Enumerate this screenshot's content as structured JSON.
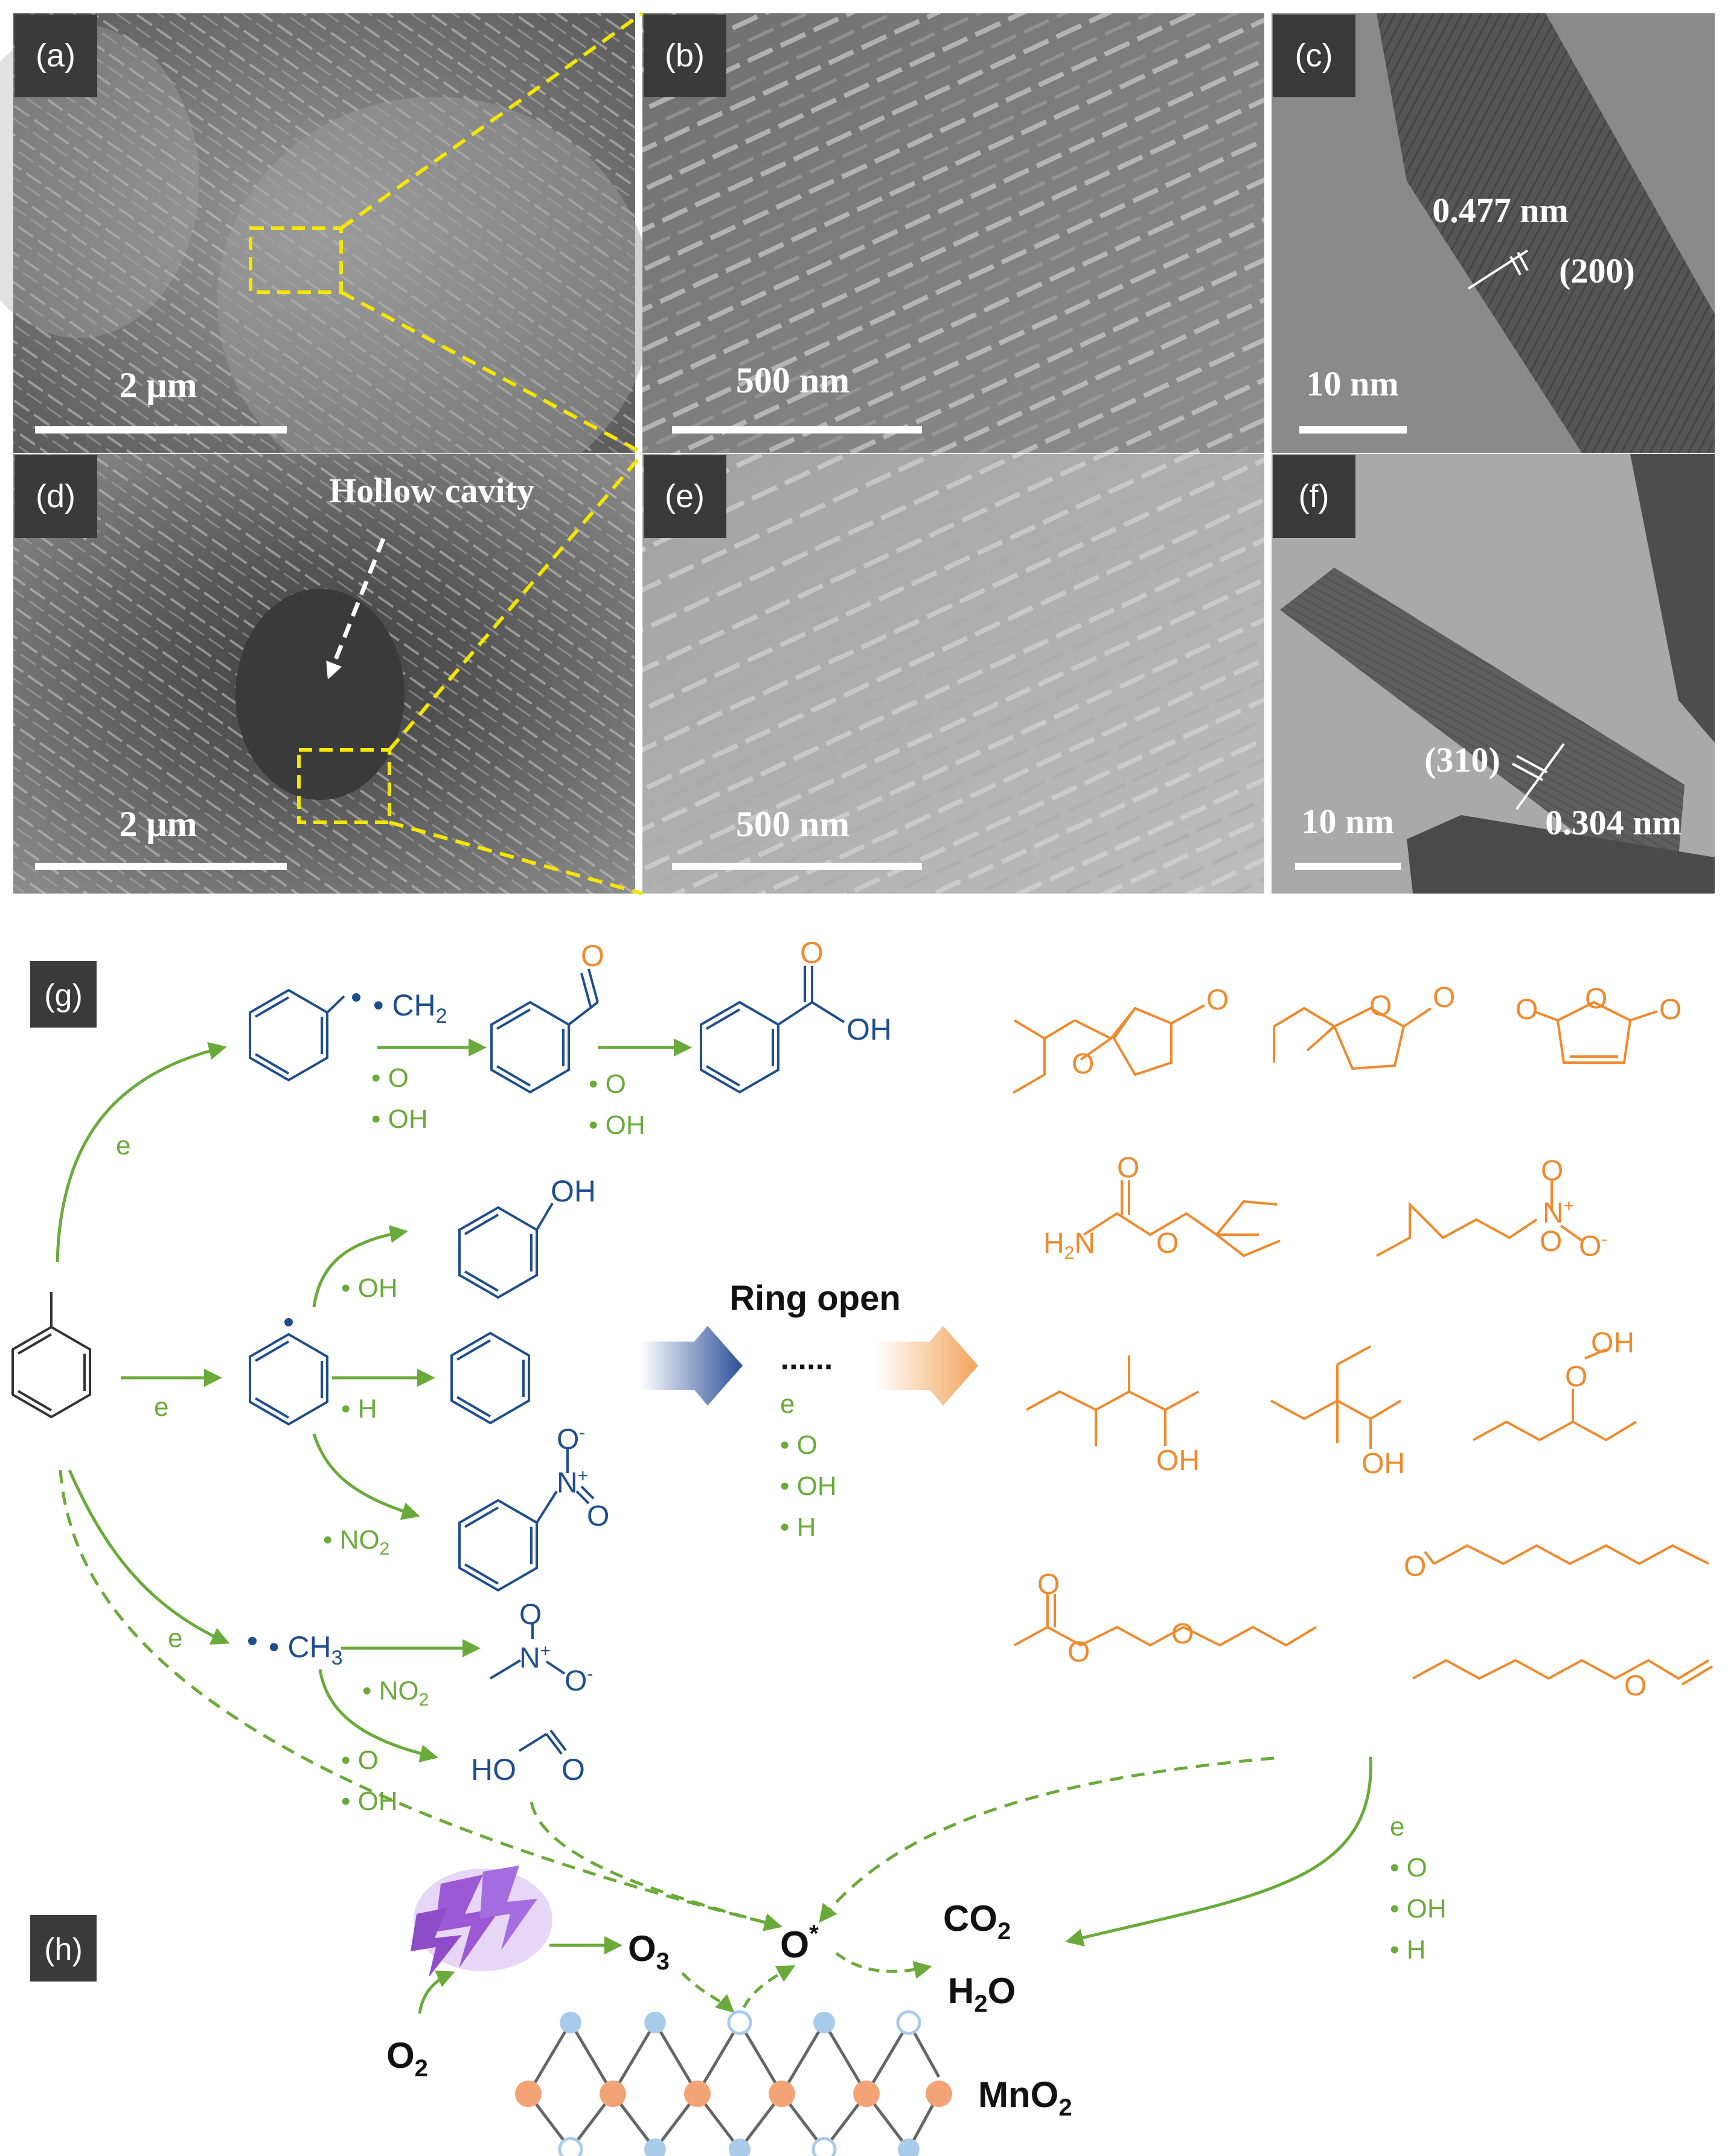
{
  "panels": {
    "a": {
      "label": "(a)",
      "scale": "2 μm"
    },
    "b": {
      "label": "(b)",
      "scale": "500 nm"
    },
    "c": {
      "label": "(c)",
      "scale": "10 nm",
      "d_spacing": "0.477 nm",
      "plane": "(200)"
    },
    "d": {
      "label": "(d)",
      "scale": "2 μm",
      "annotation": "Hollow cavity"
    },
    "e": {
      "label": "(e)",
      "scale": "500 nm"
    },
    "f": {
      "label": "(f)",
      "scale": "10 nm",
      "d_spacing": "0.304 nm",
      "plane": "(310)"
    },
    "g": {
      "label": "(g)"
    },
    "h": {
      "label": "(h)"
    }
  },
  "scheme": {
    "benzyl_radical": "• CH",
    "benzyl_radical_sub": "2",
    "step1_reagents": [
      "• O",
      "• OH"
    ],
    "step2_reagents": [
      "• O",
      "• OH"
    ],
    "benzaldehyde_O": "O",
    "benzoic_O": "O",
    "benzoic_OH": "OH",
    "phenol_OH": "OH",
    "phenyl_to_phenol": "• OH",
    "phenyl_to_benzene": "• H",
    "phenyl_to_nitro": "• NO",
    "phenyl_to_nitro_sub": "2",
    "nitrobenzene_Ominus": "O",
    "nitrobenzene_N": "N",
    "nitrobenzene_O": "O",
    "electron": "e",
    "methyl_radical": "• CH",
    "methyl_radical_sub": "3",
    "methyl_to_nitro": "• NO",
    "methyl_to_nitro_sub": "2",
    "nitromethane_O": "O",
    "nitromethane_N": "N",
    "nitromethane_Ominus": "O",
    "methyl_to_formic": [
      "• O",
      "• OH"
    ],
    "formic_HO": "HO",
    "formic_O": "O",
    "ring_open": "Ring open",
    "ellipsis": "......",
    "ring_open_reagents": [
      "e",
      "• O",
      "• OH",
      "• H"
    ],
    "final_reagents": [
      "e",
      "• O",
      "• OH",
      "• H"
    ],
    "products": {
      "carbamate_H2N": "H",
      "carbamate_H2N_sub": "2",
      "carbamate_N": "N",
      "O": "O",
      "OH": "OH",
      "N": "N"
    }
  },
  "plasma": {
    "o2": "O",
    "o2_sub": "2",
    "o3": "O",
    "o3_sub": "3",
    "ostar": "O",
    "ostar_sup": "*",
    "co2": "CO",
    "co2_sub": "2",
    "h2o_h": "H",
    "h2o_sub": "2",
    "h2o_o": "O",
    "mno2": "MnO",
    "mno2_sub": "2"
  },
  "colors": {
    "green": "#6aaa3a",
    "blue": "#1f4e8c",
    "orange": "#ee8a2e",
    "yellow": "#f5e600",
    "label_bg": "#3a3a3a",
    "mn_orange": "#f2a477",
    "o_blue": "#a9cbea",
    "purple": "#9b59d6"
  }
}
